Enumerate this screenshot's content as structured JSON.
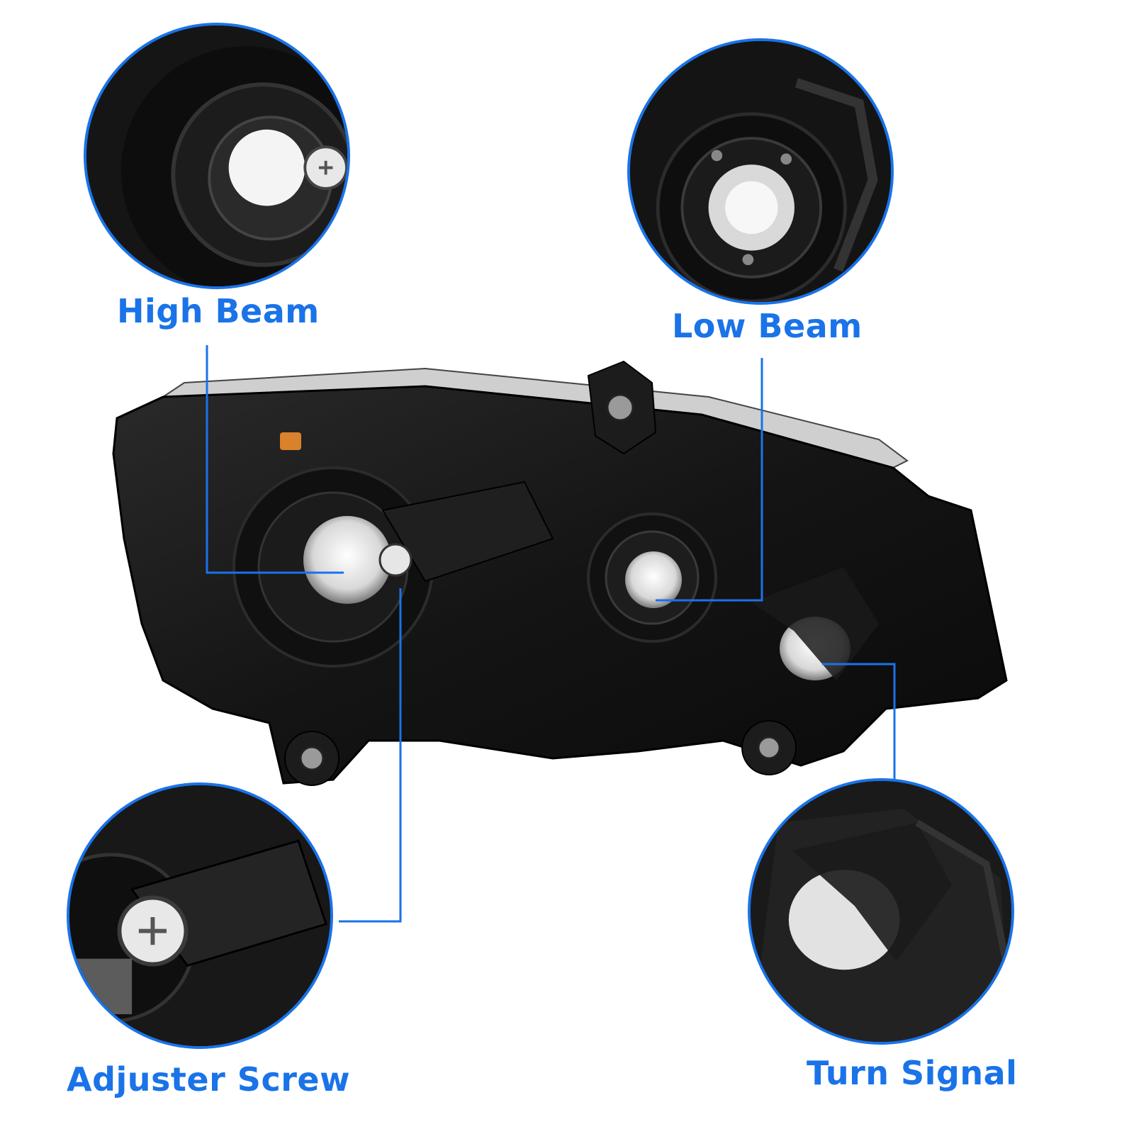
{
  "labels": {
    "high_beam": "High Beam",
    "low_beam": "Low Beam",
    "adjuster_screw": "Adjuster Screw",
    "turn_signal": "Turn Signal"
  },
  "colors": {
    "accent": "#1a73e8",
    "housing": "#161616"
  },
  "icons": {
    "high_beam_detail": "bulb-socket-closeup",
    "low_beam_detail": "bulb-socket-closeup",
    "adjuster_screw_detail": "screw-closeup",
    "turn_signal_detail": "bulb-socket-closeup"
  }
}
